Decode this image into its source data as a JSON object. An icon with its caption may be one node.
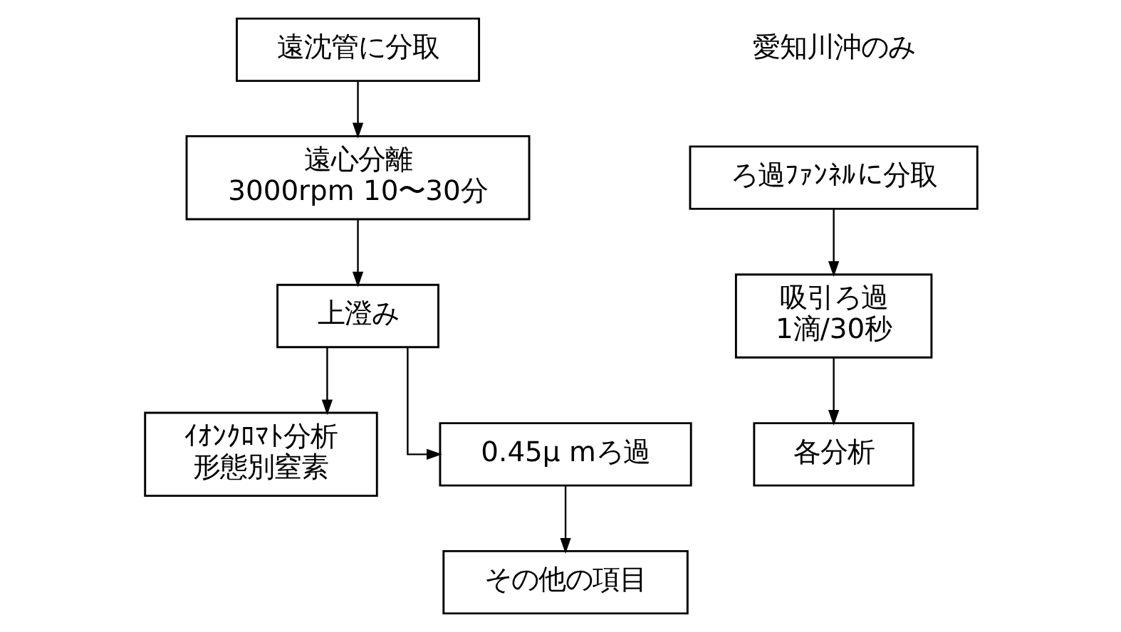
{
  "diagram": {
    "nodes": [
      {
        "text": [
          "遠沈管に分取"
        ]
      },
      {
        "text": [
          "遠心分離",
          "3000rpm 10〜30分"
        ]
      },
      {
        "text": [
          "上澄み"
        ]
      },
      {
        "text": [
          "ｲｵﾝｸﾛﾏﾄ分析",
          "形態別窒素"
        ]
      },
      {
        "text": [
          "0.45μ mろ過"
        ]
      },
      {
        "text": [
          "その他の項目"
        ]
      },
      {
        "text": [
          "ろ過ﾌｧﾝﾈﾙに分取"
        ]
      },
      {
        "text": [
          "吸引ろ過",
          "1滴/30秒"
        ]
      },
      {
        "text": [
          "各分析"
        ]
      }
    ],
    "edges": [
      {
        "from": 0,
        "to": 1,
        "arrow": "to"
      },
      {
        "from": 1,
        "to": 2,
        "arrow": "to"
      },
      {
        "from": 2,
        "to": 3,
        "arrow": "to"
      },
      {
        "from": 2,
        "to": 4,
        "arrow": "to"
      },
      {
        "from": 4,
        "to": 5,
        "arrow": "to"
      },
      {
        "from": 6,
        "to": 7,
        "arrow": "to"
      },
      {
        "from": 7,
        "to": 8,
        "arrow": "to"
      }
    ],
    "labels": [
      "愛知川沖のみ"
    ]
  }
}
